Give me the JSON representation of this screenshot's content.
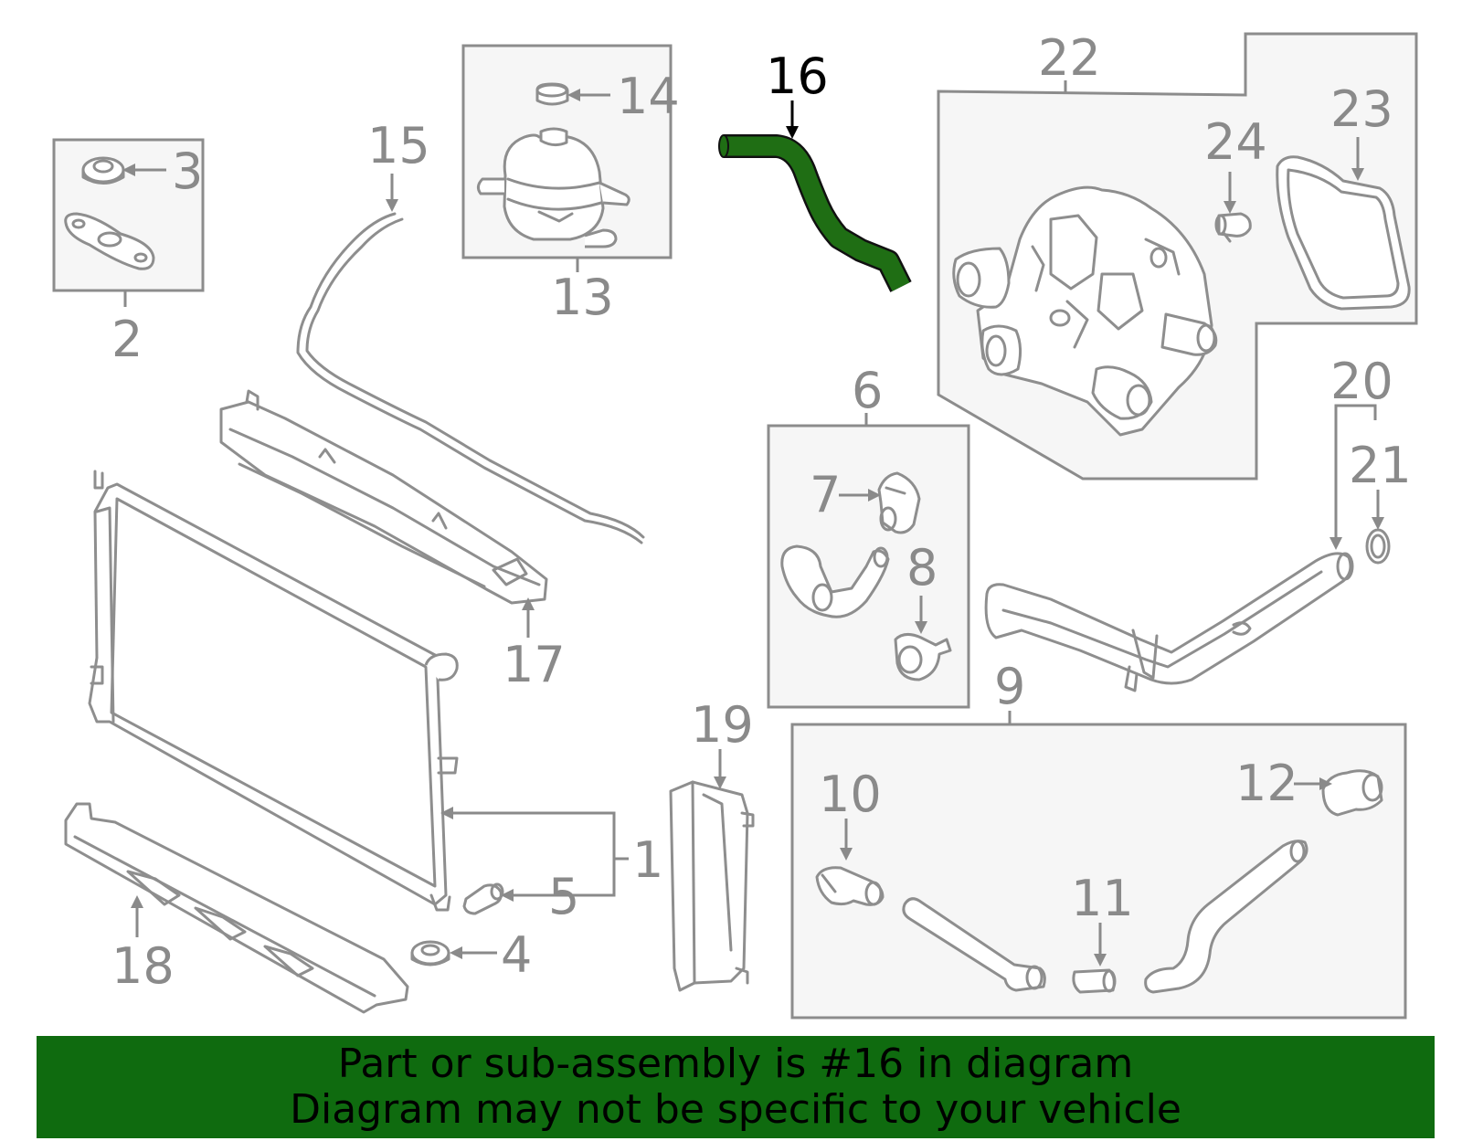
{
  "colors": {
    "highlight_part": "#1f6e14",
    "banner_background": "#0f6b0f",
    "callout_gray": "#8a8a8a",
    "callout_highlight": "#000000"
  },
  "highlighted_part": "16",
  "callouts": {
    "c1": "1",
    "c2": "2",
    "c3": "3",
    "c4": "4",
    "c5": "5",
    "c6": "6",
    "c7": "7",
    "c8": "8",
    "c9": "9",
    "c10": "10",
    "c11": "11",
    "c12": "12",
    "c13": "13",
    "c14": "14",
    "c15": "15",
    "c16": "16",
    "c17": "17",
    "c18": "18",
    "c19": "19",
    "c20": "20",
    "c21": "21",
    "c22": "22",
    "c23": "23",
    "c24": "24"
  },
  "banner": {
    "line1": "Part or sub-assembly is #16 in diagram",
    "line2": "Diagram may not be specific to your vehicle"
  }
}
